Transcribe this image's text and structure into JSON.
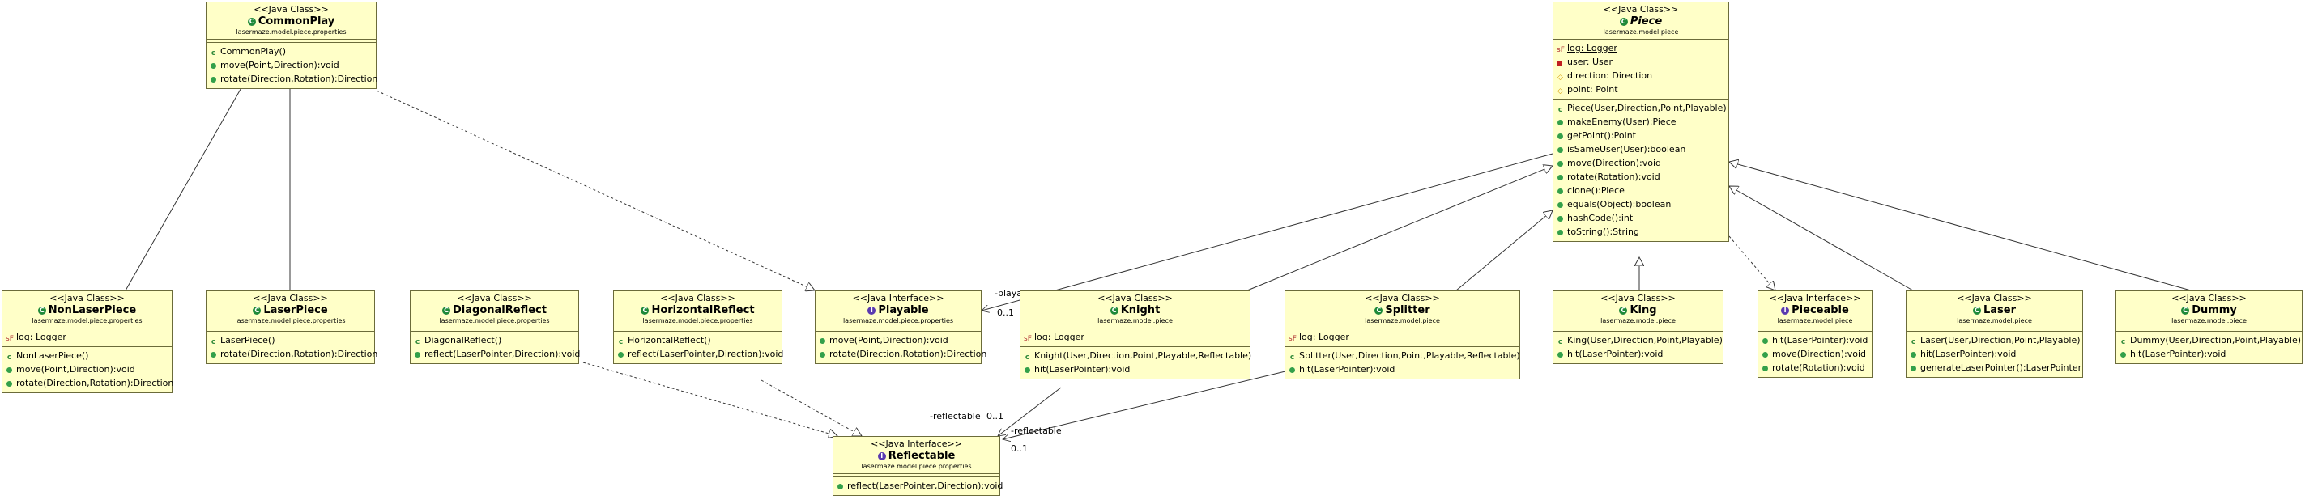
{
  "classes": {
    "commonplay": {
      "stereotype": "<<Java Class>>",
      "name": "CommonPlay",
      "package": "lasermaze.model.piece.properties",
      "ops": [
        "CommonPlay()",
        "move(Point,Direction):void",
        "rotate(Direction,Rotation):Direction"
      ]
    },
    "piece": {
      "stereotype": "<<Java Class>>",
      "name": "Piece",
      "package": "lasermaze.model.piece",
      "attrs": [
        "log: Logger",
        "user: User",
        "direction: Direction",
        "point: Point"
      ],
      "ops": [
        "Piece(User,Direction,Point,Playable)",
        "makeEnemy(User):Piece",
        "getPoint():Point",
        "isSameUser(User):boolean",
        "move(Direction):void",
        "rotate(Rotation):void",
        "clone():Piece",
        "equals(Object):boolean",
        "hashCode():int",
        "toString():String"
      ]
    },
    "nonlaserpiece": {
      "stereotype": "<<Java Class>>",
      "name": "NonLaserPiece",
      "package": "lasermaze.model.piece.properties",
      "attrs": [
        "log: Logger"
      ],
      "ops": [
        "NonLaserPiece()",
        "move(Point,Direction):void",
        "rotate(Direction,Rotation):Direction"
      ]
    },
    "laserpiece": {
      "stereotype": "<<Java Class>>",
      "name": "LaserPiece",
      "package": "lasermaze.model.piece.properties",
      "ops": [
        "LaserPiece()",
        "rotate(Direction,Rotation):Direction"
      ]
    },
    "diagonalreflect": {
      "stereotype": "<<Java Class>>",
      "name": "DiagonalReflect",
      "package": "lasermaze.model.piece.properties",
      "ops": [
        "DiagonalReflect()",
        "reflect(LaserPointer,Direction):void"
      ]
    },
    "horizontalreflect": {
      "stereotype": "<<Java Class>>",
      "name": "HorizontalReflect",
      "package": "lasermaze.model.piece.properties",
      "ops": [
        "HorizontalReflect()",
        "reflect(LaserPointer,Direction):void"
      ]
    },
    "playable": {
      "stereotype": "<<Java Interface>>",
      "name": "Playable",
      "package": "lasermaze.model.piece.properties",
      "ops": [
        "move(Point,Direction):void",
        "rotate(Direction,Rotation):Direction"
      ]
    },
    "knight": {
      "stereotype": "<<Java Class>>",
      "name": "Knight",
      "package": "lasermaze.model.piece",
      "attrs": [
        "log: Logger"
      ],
      "ops": [
        "Knight(User,Direction,Point,Playable,Reflectable)",
        "hit(LaserPointer):void"
      ]
    },
    "splitter": {
      "stereotype": "<<Java Class>>",
      "name": "Splitter",
      "package": "lasermaze.model.piece",
      "attrs": [
        "log: Logger"
      ],
      "ops": [
        "Splitter(User,Direction,Point,Playable,Reflectable)",
        "hit(LaserPointer):void"
      ]
    },
    "king": {
      "stereotype": "<<Java Class>>",
      "name": "King",
      "package": "lasermaze.model.piece",
      "ops": [
        "King(User,Direction,Point,Playable)",
        "hit(LaserPointer):void"
      ]
    },
    "pieceable": {
      "stereotype": "<<Java Interface>>",
      "name": "Pieceable",
      "package": "lasermaze.model.piece",
      "ops": [
        "hit(LaserPointer):void",
        "move(Direction):void",
        "rotate(Rotation):void"
      ]
    },
    "laser": {
      "stereotype": "<<Java Class>>",
      "name": "Laser",
      "package": "lasermaze.model.piece",
      "ops": [
        "Laser(User,Direction,Point,Playable)",
        "hit(LaserPointer):void",
        "generateLaserPointer():LaserPointer"
      ]
    },
    "dummy": {
      "stereotype": "<<Java Class>>",
      "name": "Dummy",
      "package": "lasermaze.model.piece",
      "ops": [
        "Dummy(User,Direction,Point,Playable)",
        "hit(LaserPointer):void"
      ]
    },
    "reflectable": {
      "stereotype": "<<Java Interface>>",
      "name": "Reflectable",
      "package": "lasermaze.model.piece.properties",
      "ops": [
        "reflect(LaserPointer,Direction):void"
      ]
    }
  },
  "edge_labels": {
    "playable_role": "-playable",
    "playable_mult": "0..1",
    "knight_reflectable_role": "-reflectable",
    "knight_reflectable_mult": "0..1",
    "splitter_reflectable_role": "-reflectable",
    "splitter_reflectable_mult": "0..1"
  },
  "colors": {
    "box_fill": "#ffffc8",
    "box_border": "#6b6b3a",
    "class_icon": "#1f8a3a",
    "interface_icon": "#5a3ab0"
  }
}
